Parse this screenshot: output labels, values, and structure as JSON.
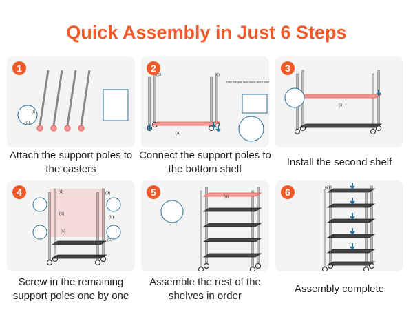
{
  "title": "Quick Assembly in Just 6 Steps",
  "colors": {
    "accent": "#f05a28",
    "shelf_highlight": "#e8504a",
    "arrow": "#2a6f97"
  },
  "steps": [
    {
      "number": "1",
      "caption": "Attach the support poles to the casters",
      "labels": [
        "(b)",
        "(g)"
      ]
    },
    {
      "number": "2",
      "caption": "Connect the support poles to the bottom shelf",
      "labels": [
        "(c)",
        "(c)",
        "(a)",
        "Keep the gap face down when installing the wire shelf(a)"
      ]
    },
    {
      "number": "3",
      "caption": "Install the second shelf",
      "labels": [
        "(a)"
      ]
    },
    {
      "number": "4",
      "caption": "Screw in the remaining support poles one by one",
      "labels": [
        "(d)",
        "(d)",
        "(b)",
        "(b)",
        "(c)",
        "(c)"
      ]
    },
    {
      "number": "5",
      "caption": "Assemble the rest of the shelves in order",
      "labels": [
        "(a)"
      ]
    },
    {
      "number": "6",
      "caption": "Assembly complete",
      "labels": [
        "(e)"
      ]
    }
  ]
}
